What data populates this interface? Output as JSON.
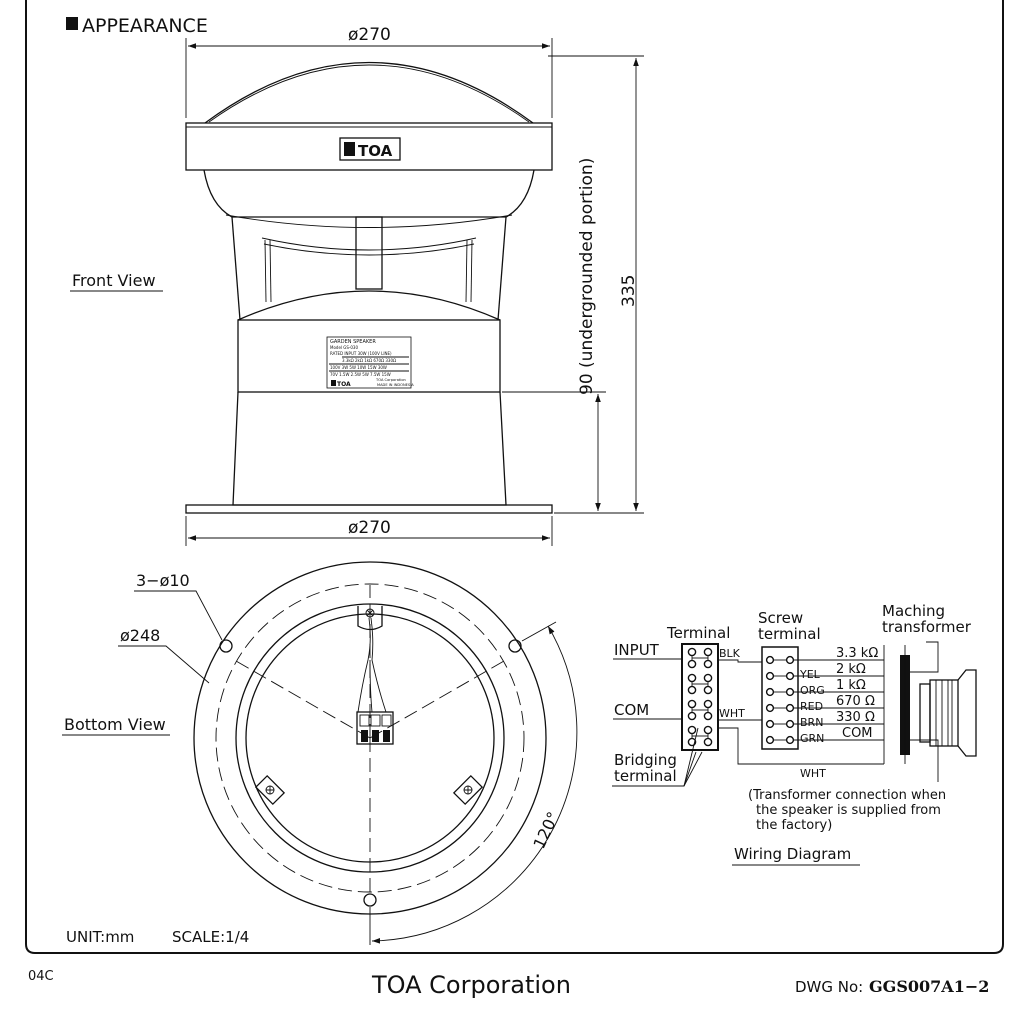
{
  "header": {
    "title": "APPEARANCE"
  },
  "front_view": {
    "label": "Front View",
    "dim_top_diameter": "ø270",
    "dim_base_diameter": "ø270",
    "dim_height": "335",
    "dim_underground": "90 (undergrounded portion)",
    "logo_text": "TOA"
  },
  "nameplate": {
    "lines": [
      "GARDEN SPEAKER",
      "Model  GS-030",
      "RATED INPUT  30W (100V LINE)",
      "3.3kΩ 2kΩ 1kΩ 670Ω 330Ω",
      "100V  3W  5W 10W 15W 30W",
      "70V 1.5W 2.5W 5W 7.5W 15W"
    ],
    "maker": "TOA Corporation",
    "origin": "MADE IN INDONESIA",
    "logo": "TOA"
  },
  "bottom_view": {
    "label": "Bottom View",
    "hole_callout": "3−ø10",
    "pcd_callout": "ø248",
    "angle": "120°"
  },
  "wiring": {
    "title": "Wiring Diagram",
    "input_label": "INPUT",
    "com_label": "COM",
    "terminal_label": "Terminal",
    "screw_terminal_label_1": "Screw",
    "screw_terminal_label_2": "terminal",
    "transformer_label_1": "Maching",
    "transformer_label_2": "transformer",
    "bridging_label_1": "Bridging",
    "bridging_label_2": "terminal",
    "blk": "BLK",
    "wht": "WHT",
    "wht_bottom": "WHT",
    "taps": [
      {
        "color": "",
        "value": "3.3 kΩ"
      },
      {
        "color": "YEL",
        "value": "2 kΩ"
      },
      {
        "color": "ORG",
        "value": "1 kΩ"
      },
      {
        "color": "RED",
        "value": "670 Ω"
      },
      {
        "color": "BRN",
        "value": "330 Ω"
      },
      {
        "color": "GRN",
        "value": "COM"
      }
    ],
    "note_1": "(Transformer connection when",
    "note_2": "the speaker is supplied from",
    "note_3": "the factory)"
  },
  "footer": {
    "unit": "UNIT:mm",
    "scale": "SCALE:1/4",
    "code": "04C",
    "company": "TOA Corporation",
    "dwg_label": "DWG No:",
    "dwg_number": "GGS007A1−2"
  }
}
